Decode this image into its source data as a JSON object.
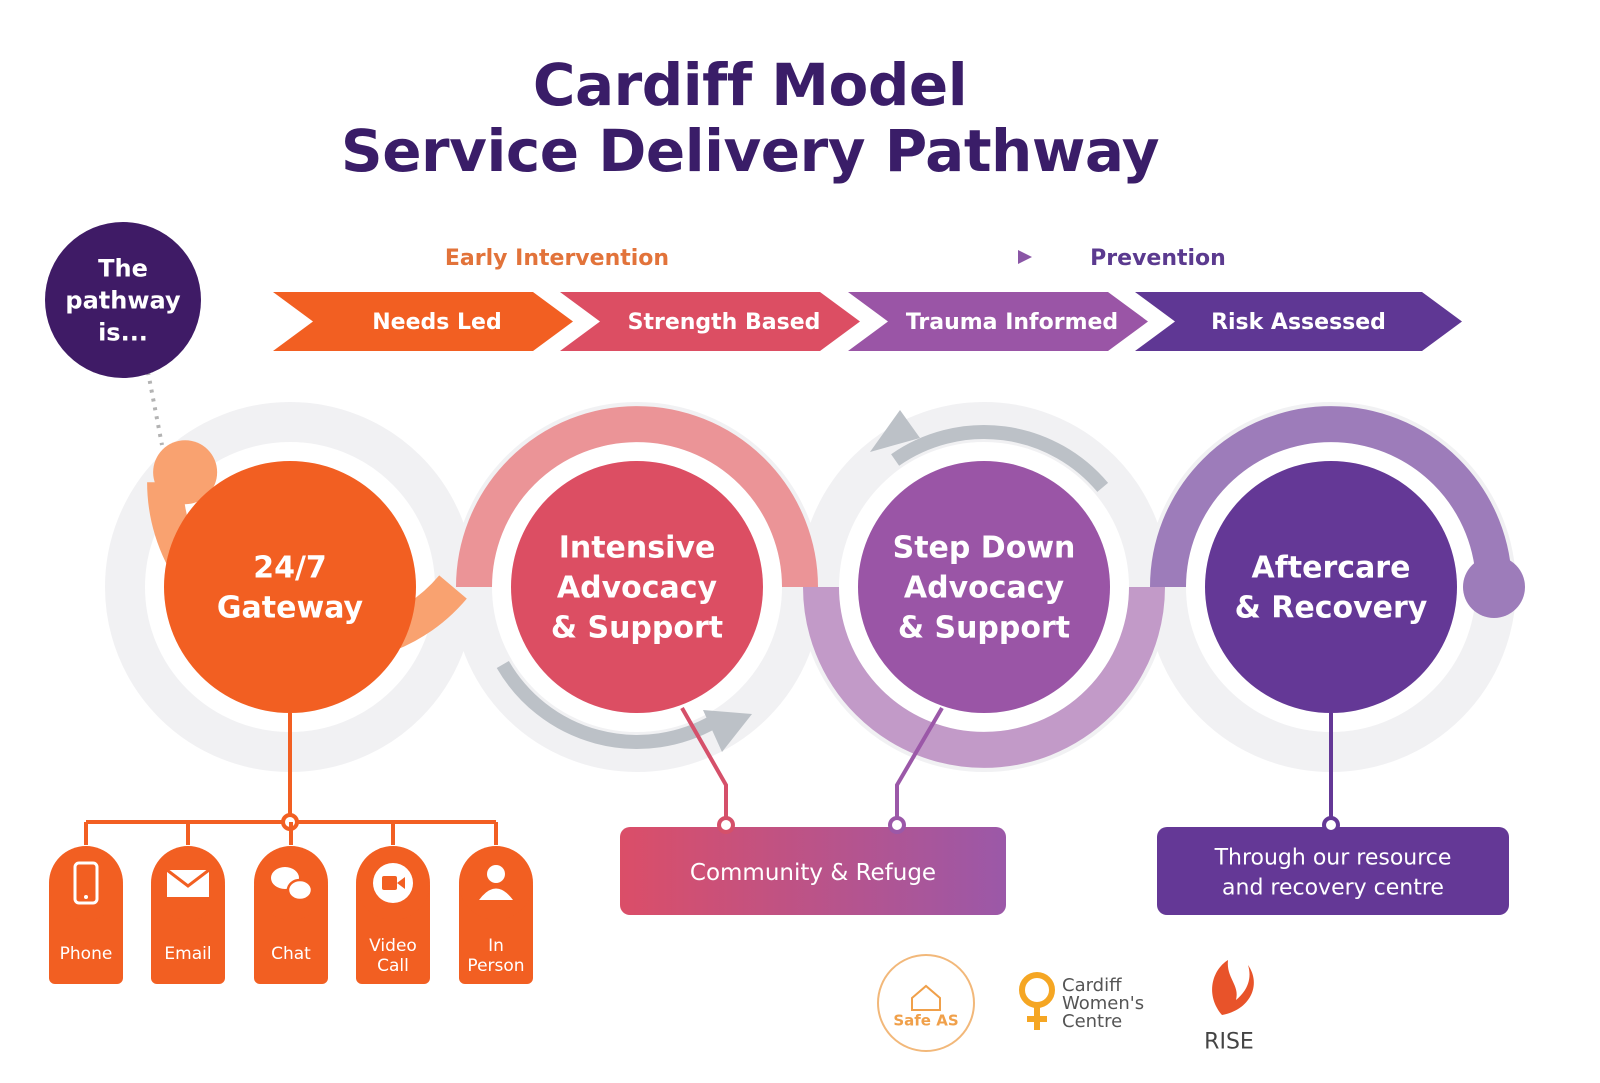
{
  "title": {
    "line1": "Cardiff Model",
    "line2": "Service Delivery Pathway"
  },
  "pathway_bubble": {
    "lines": [
      "The",
      "pathway",
      "is..."
    ]
  },
  "direction": {
    "start_label": "Early Intervention",
    "end_label": "Prevention"
  },
  "principles": [
    {
      "label": "Needs Led",
      "color": "#f25f22"
    },
    {
      "label": "Strength Based",
      "color": "#dc4e63"
    },
    {
      "label": "Trauma Informed",
      "color": "#9a55a6"
    },
    {
      "label": "Risk Assessed",
      "color": "#5f3794"
    }
  ],
  "stages": [
    {
      "lines": [
        "24/7",
        "Gateway"
      ],
      "color": "#f25f22",
      "ring_color": "#f9a270"
    },
    {
      "lines": [
        "Intensive",
        "Advocacy",
        "& Support"
      ],
      "color": "#dc4e63",
      "ring_color": "#eb9497"
    },
    {
      "lines": [
        "Step Down",
        "Advocacy",
        "& Support"
      ],
      "color": "#9a55a6",
      "ring_color": "#c29ac8"
    },
    {
      "lines": [
        "Aftercare",
        "& Recovery"
      ],
      "color": "#643896",
      "ring_color": "#9d7cba"
    }
  ],
  "access_channels": [
    {
      "lines": [
        "Phone"
      ],
      "icon": "phone-icon"
    },
    {
      "lines": [
        "Email"
      ],
      "icon": "email-icon"
    },
    {
      "lines": [
        "Chat"
      ],
      "icon": "chat-icon"
    },
    {
      "lines": [
        "Video",
        "Call"
      ],
      "icon": "video-call-icon"
    },
    {
      "lines": [
        "In",
        "Person"
      ],
      "icon": "person-icon"
    }
  ],
  "settings": [
    {
      "lines": [
        "Community & Refuge"
      ]
    },
    {
      "lines": [
        "Through our resource",
        "and recovery centre"
      ]
    }
  ],
  "logos": [
    {
      "lines": [
        "Safe AS"
      ],
      "icon": "house-icon",
      "color": "#f0a04a"
    },
    {
      "lines": [
        "Cardiff",
        "Women's",
        "Centre"
      ],
      "icon": "venus-symbol-icon",
      "color": "#f5a623"
    },
    {
      "lines": [
        "RISE"
      ],
      "icon": "phoenix-icon",
      "color": "#e8532a"
    }
  ],
  "colors": {
    "title": "#3a1d68",
    "track_grey": "#f1f1f3",
    "arrow_grey": "#bcc1c7",
    "orange": "#f25f22",
    "purple": "#643896"
  }
}
